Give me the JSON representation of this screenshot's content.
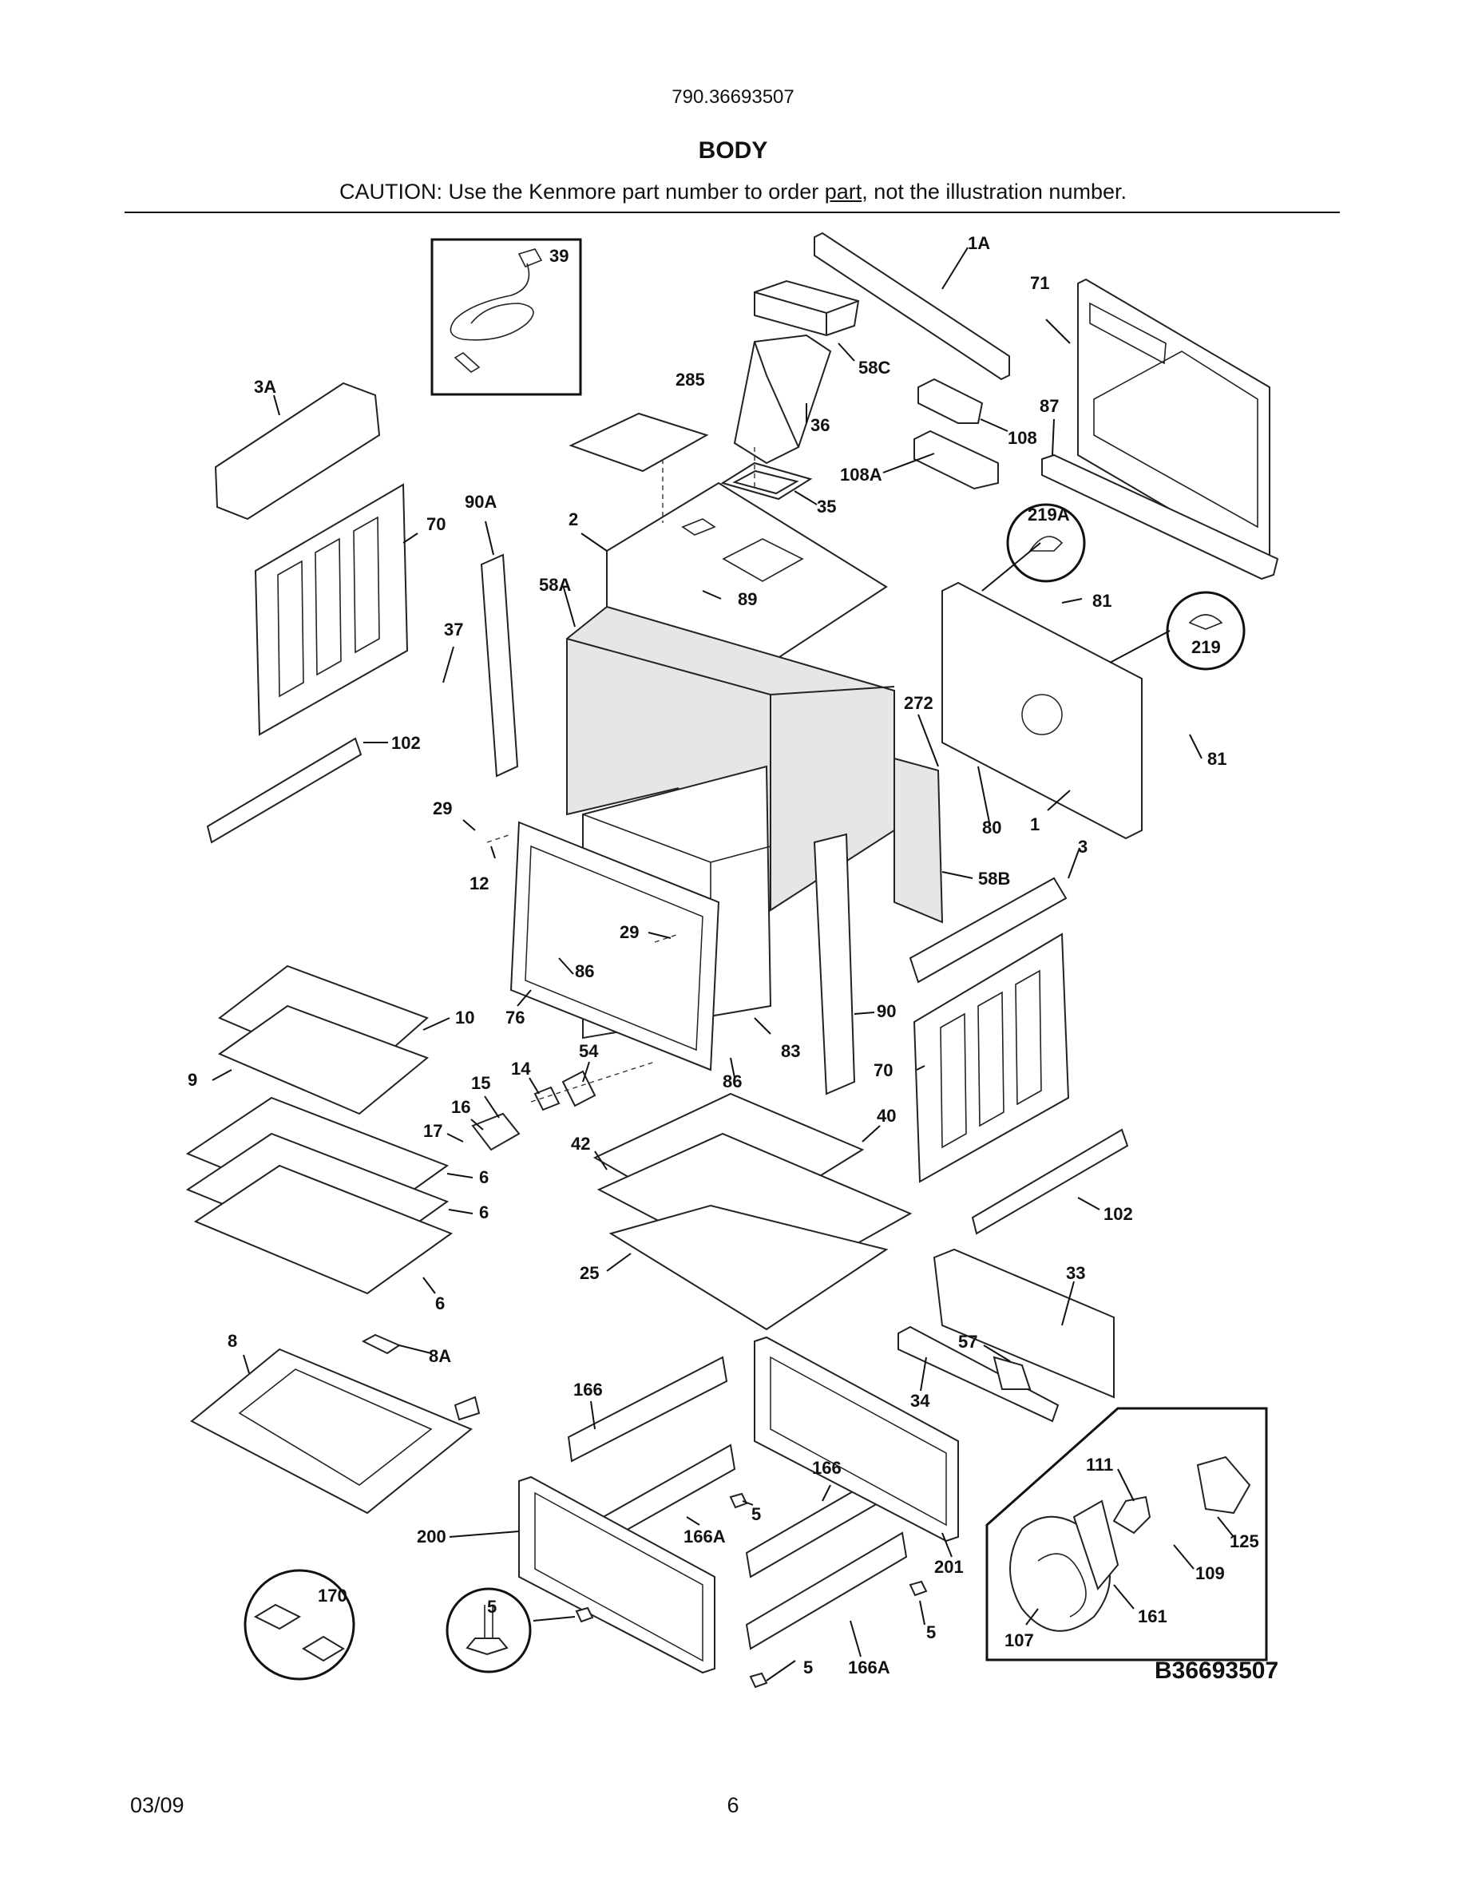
{
  "header": {
    "model_number": "790.36693507",
    "section_title": "BODY",
    "caution_before": "CAUTION: Use the Kenmore part number to order ",
    "caution_underlined": "part",
    "caution_after": ", not the illustration number."
  },
  "callouts": {
    "c39": "39",
    "c1A": "1A",
    "c71": "71",
    "c3A": "3A",
    "c285": "285",
    "c58C": "58C",
    "c36": "36",
    "c108": "108",
    "c87": "87",
    "c108A": "108A",
    "c35": "35",
    "c70a": "70",
    "c90A": "90A",
    "c2": "2",
    "c219A": "219A",
    "c81a": "81",
    "c58A": "58A",
    "c89": "89",
    "c219": "219",
    "c37": "37",
    "c272": "272",
    "c102a": "102",
    "c81b": "81",
    "c29a": "29",
    "c80": "80",
    "c1": "1",
    "c3": "3",
    "c12": "12",
    "c58B": "58B",
    "c29b": "29",
    "c86a": "86",
    "c10": "10",
    "c76": "76",
    "c90": "90",
    "c54": "54",
    "c14": "14",
    "c83": "83",
    "c70b": "70",
    "c9": "9",
    "c15": "15",
    "c86b": "86",
    "c16": "16",
    "c40": "40",
    "c17": "17",
    "c42": "42",
    "c6a": "6",
    "c6b": "6",
    "c102b": "102",
    "c25": "25",
    "c6c": "6",
    "c33": "33",
    "c8": "8",
    "c8A": "8A",
    "c57": "57",
    "c34": "34",
    "c166a": "166",
    "c111": "111",
    "c166b": "166",
    "c5a": "5",
    "c200": "200",
    "c166Aa": "166A",
    "c125": "125",
    "c109": "109",
    "c201": "201",
    "c170": "170",
    "c5b": "5",
    "c161": "161",
    "c5c": "5",
    "c107": "107",
    "c5d": "5",
    "c166Ab": "166A"
  },
  "figure_code": "B36693507",
  "footer": {
    "date": "03/09",
    "page": "6"
  }
}
